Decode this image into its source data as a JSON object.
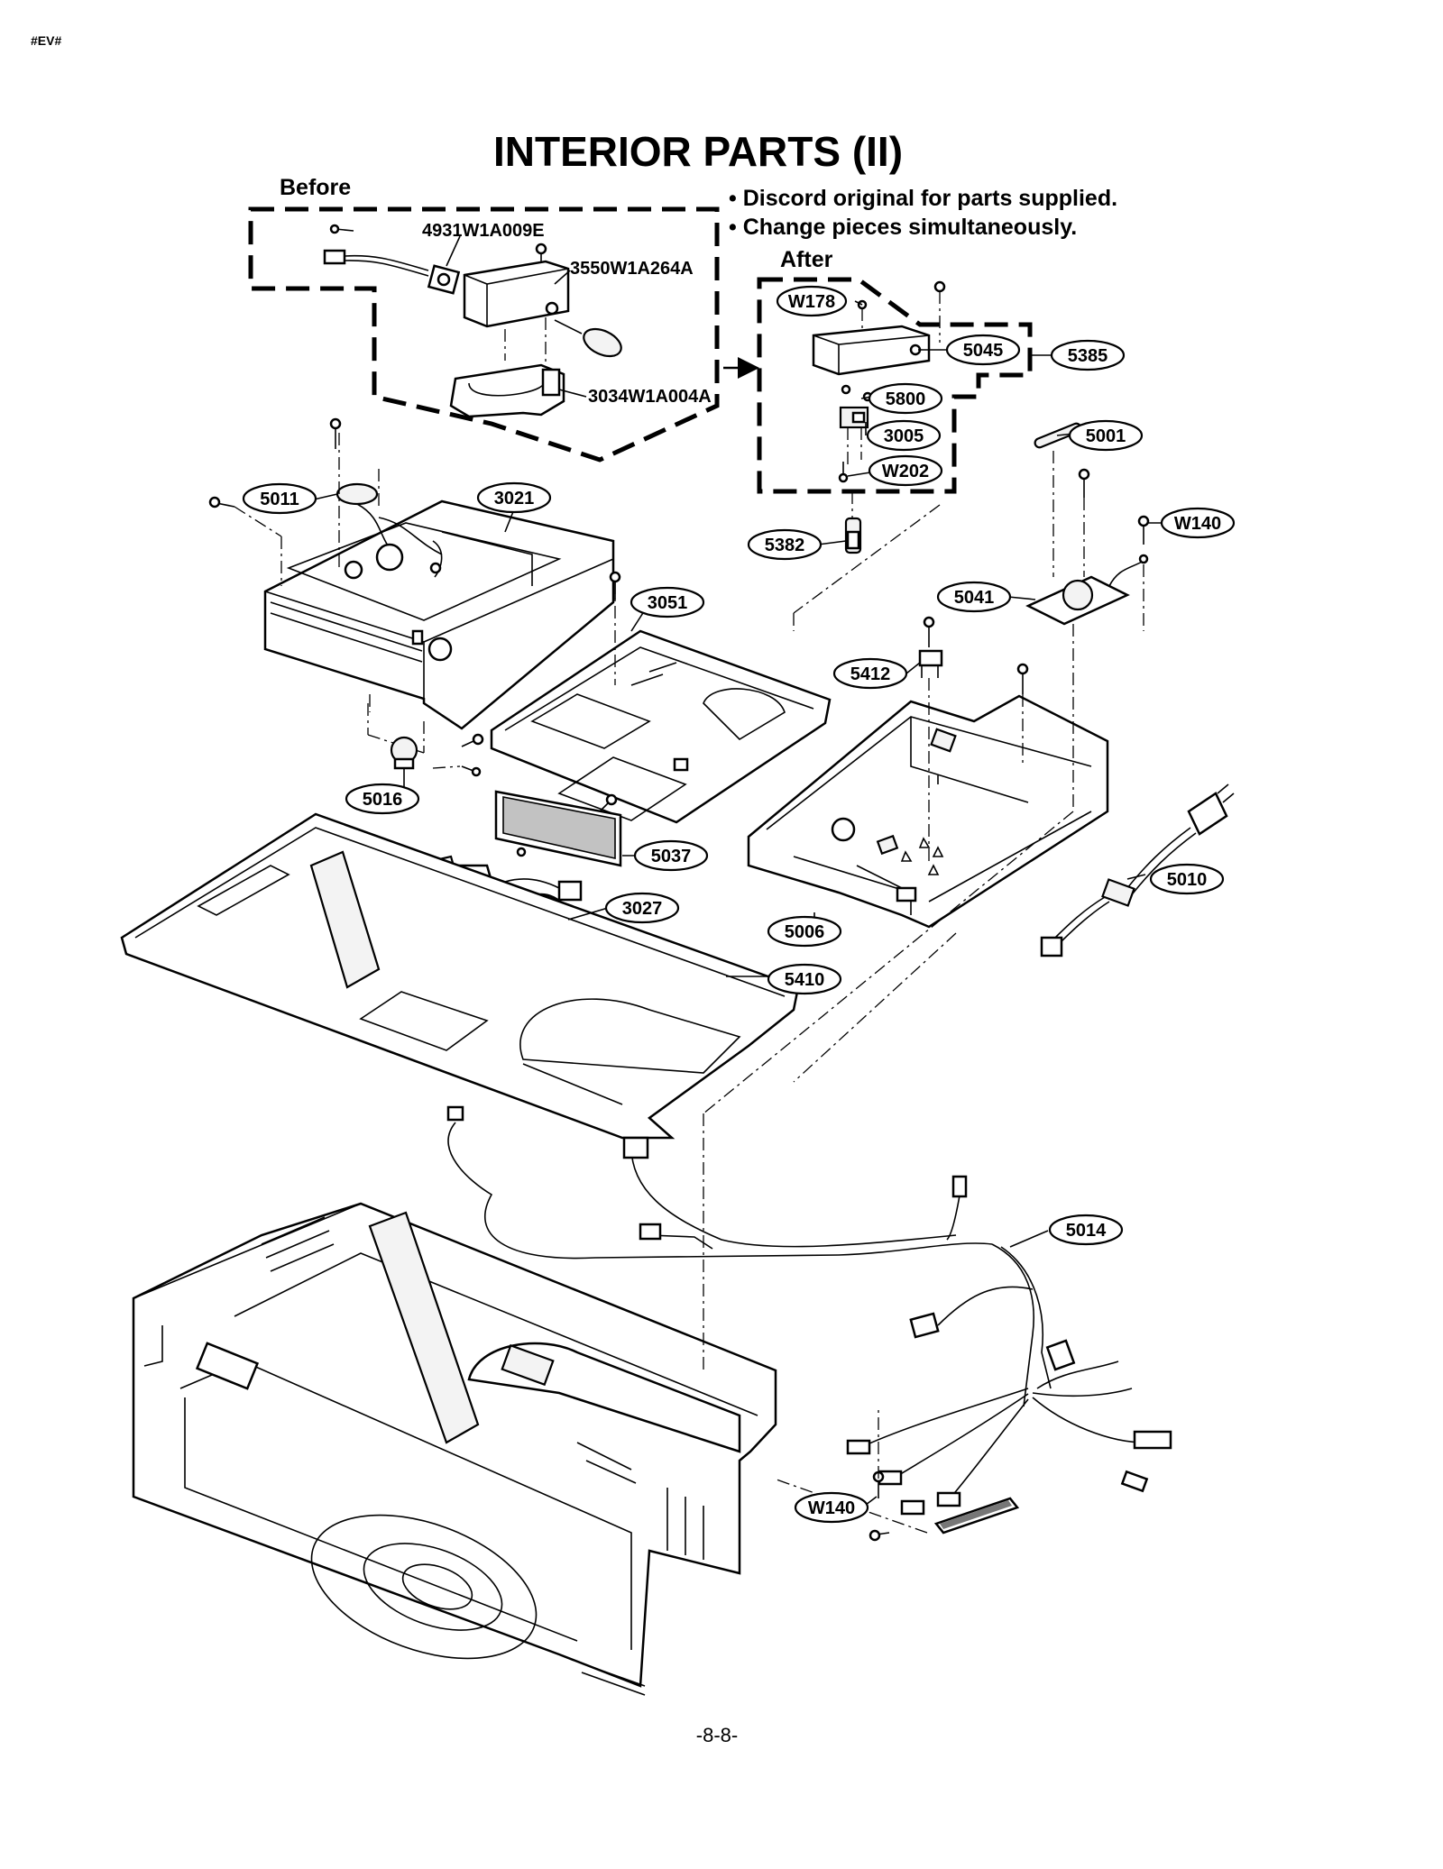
{
  "header": {
    "code": "#EV#"
  },
  "title": "INTERIOR PARTS (II)",
  "before_label": "Before",
  "after_label": "After",
  "notes": [
    "• Discord original for parts supplied.",
    "• Change pieces simultaneously."
  ],
  "before_parts": [
    "4931W1A009E",
    "3550W1A264A",
    "3034W1A004A"
  ],
  "callouts": {
    "w178": "W178",
    "c5045": "5045",
    "c5385": "5385",
    "c5800": "5800",
    "c3005": "3005",
    "w202": "W202",
    "c5001": "5001",
    "c5011": "5011",
    "c3021": "3021",
    "w140a": "W140",
    "c5382": "5382",
    "c5041": "5041",
    "c3051": "3051",
    "c5412": "5412",
    "c5016": "5016",
    "c5037": "5037",
    "c3027": "3027",
    "c5006": "5006",
    "c5010": "5010",
    "c5410": "5410",
    "c5014": "5014",
    "w140b": "W140"
  },
  "footer": {
    "page": "-8-8-"
  }
}
